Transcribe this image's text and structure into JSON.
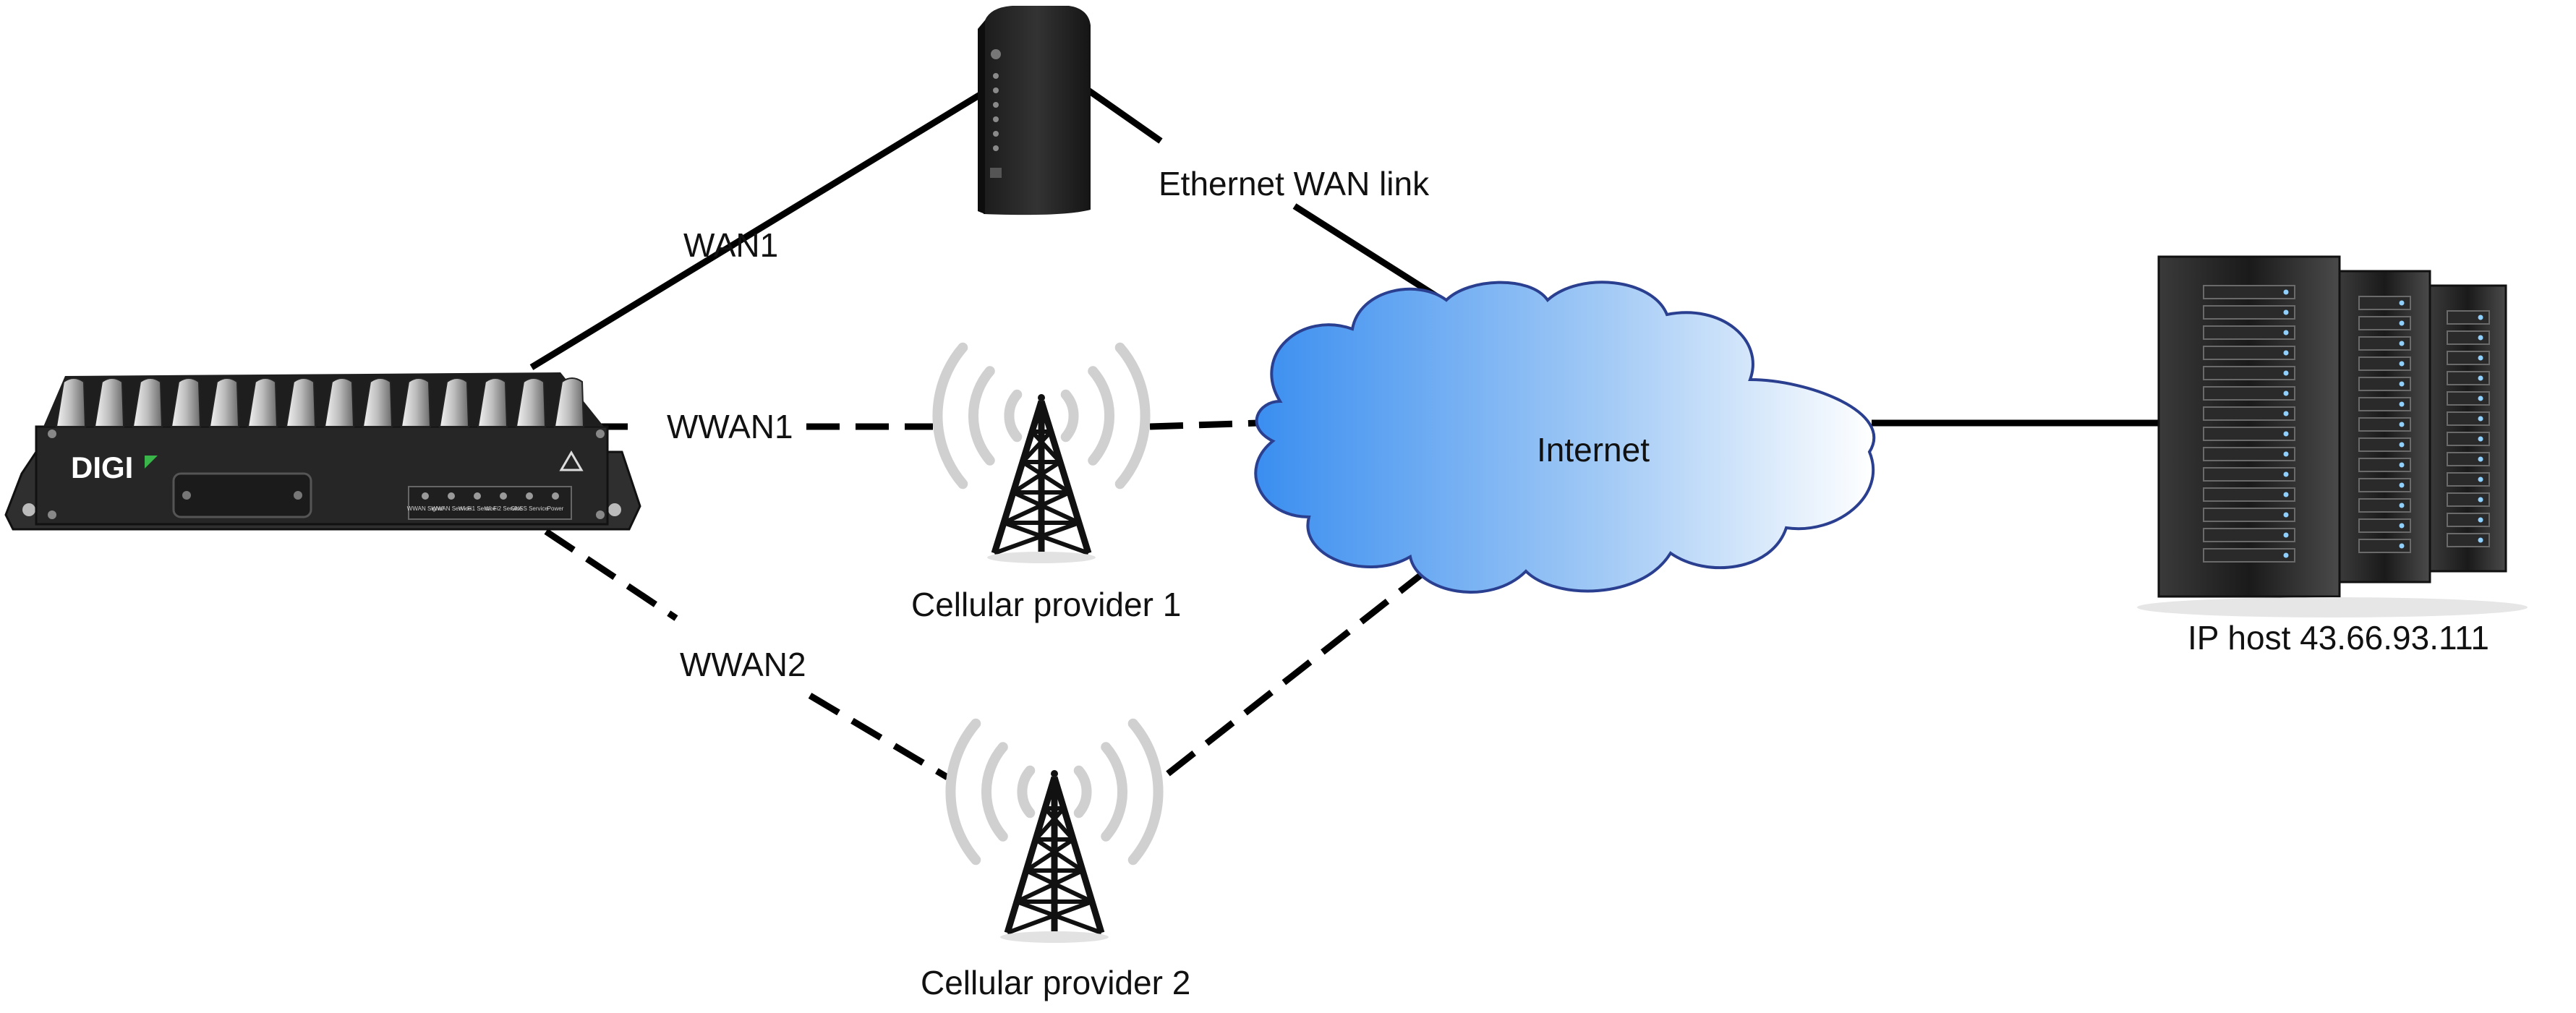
{
  "labels": {
    "wan1": "WAN1",
    "ethernet_wan_link": "Ethernet WAN link",
    "wwan1": "WWAN1",
    "wwan2": "WWAN2",
    "internet": "Internet",
    "cellular_provider_1": "Cellular provider 1",
    "cellular_provider_2": "Cellular provider 2",
    "ip_host": "IP host 43.66.93.111"
  },
  "router": {
    "brand": "DIGI",
    "led_labels": [
      "WWAN Signal",
      "WWAN Service",
      "Wi-Fi1 Service",
      "Wi-Fi2 Service",
      "GNSS Service",
      "Power"
    ]
  },
  "colors": {
    "line": "#000000",
    "cloud_left": "#3a8ef0",
    "cloud_right": "#ffffff",
    "cloud_stroke": "#2a3f8f",
    "router_body": "#2b2b2b",
    "brand_accent": "#39b54a",
    "tower_wave": "#d0d0d0"
  }
}
